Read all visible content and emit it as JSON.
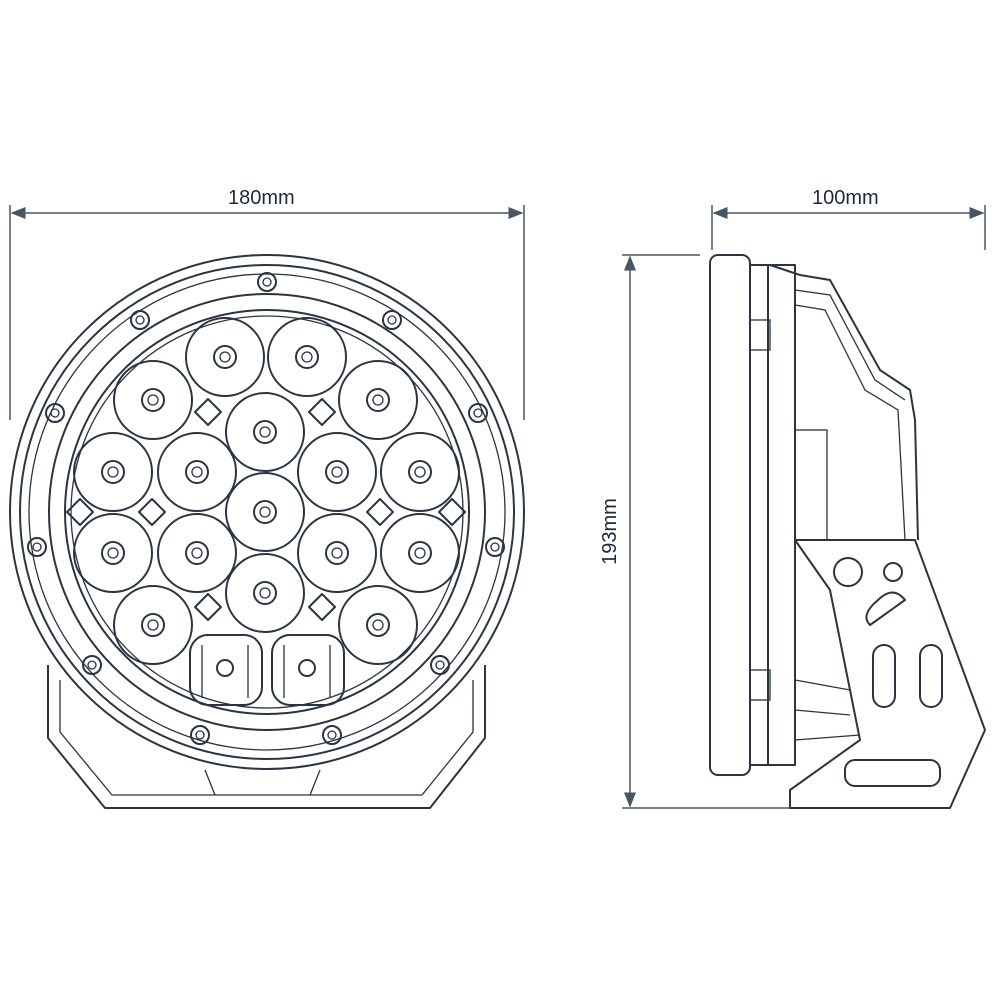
{
  "dimensions": {
    "width_label": "180mm",
    "height_label": "193mm",
    "depth_label": "100mm"
  },
  "colors": {
    "line": "#2b3440",
    "text": "#1f2a3a"
  }
}
